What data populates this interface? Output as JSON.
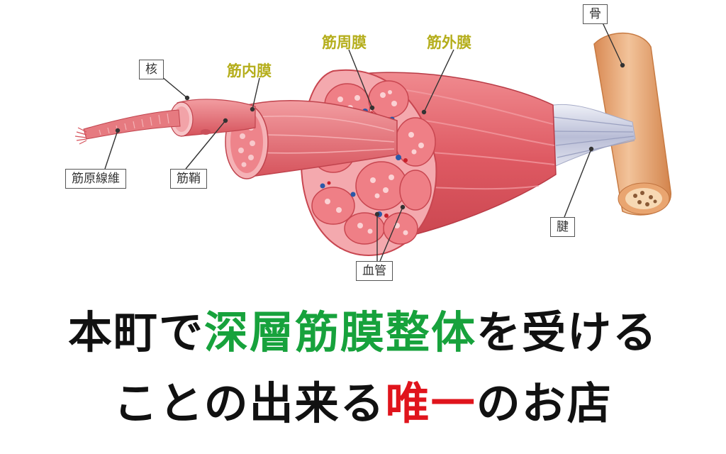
{
  "labels": {
    "bone": "骨",
    "nucleus": "核",
    "endomysium": "筋内膜",
    "perimysium": "筋周膜",
    "epimysium": "筋外膜",
    "myofibril": "筋原線維",
    "sarcolemma": "筋鞘",
    "tendon": "腱",
    "blood_vessel": "血管"
  },
  "headline": {
    "line1_prefix": "本町で",
    "line1_highlight": "深層筋膜整体",
    "line1_suffix": "を受ける",
    "line2_prefix": "ことの出来る",
    "line2_highlight": "唯一",
    "line2_suffix": "のお店"
  },
  "colors": {
    "highlight_green": "#17a23c",
    "highlight_red": "#e0141c",
    "label_olive": "#b5ae1c",
    "muscle": "#e0626a"
  }
}
